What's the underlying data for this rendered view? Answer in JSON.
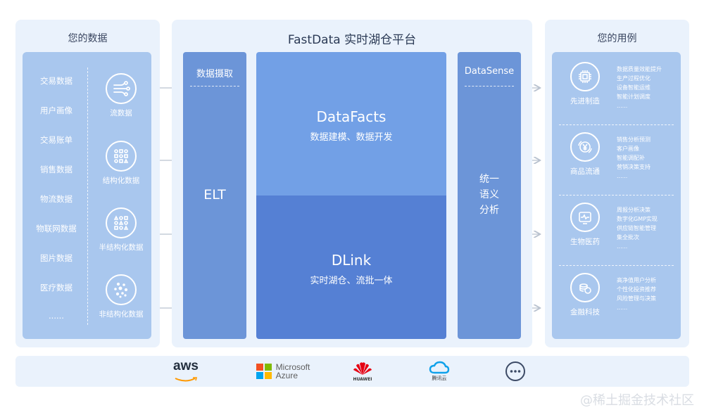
{
  "title": "FastData 实时湖仓平台",
  "left": {
    "title": "您的数据",
    "sources": [
      "交易数据",
      "用户画像",
      "交易账单",
      "销售数据",
      "物流数据",
      "物联网数据",
      "图片数据",
      "医疗数据",
      "......"
    ],
    "types": [
      {
        "label": "流数据",
        "icon": "stream-data-icon"
      },
      {
        "label": "结构化数据",
        "icon": "structured-data-icon"
      },
      {
        "label": "半结构化数据",
        "icon": "semi-structured-data-icon"
      },
      {
        "label": "非结构化数据",
        "icon": "unstructured-data-icon"
      }
    ]
  },
  "center": {
    "ingest": {
      "title": "数据摄取",
      "label": "ELT"
    },
    "datafacts": {
      "title": "DataFacts",
      "subtitle": "数据建模、数据开发"
    },
    "dlink": {
      "title": "DLink",
      "subtitle": "实时湖仓、流批一体"
    },
    "datasense": {
      "title": "DataSense",
      "lines": [
        "统一",
        "语义",
        "分析"
      ]
    }
  },
  "right": {
    "title": "您的用例",
    "cases": [
      {
        "name": "先进制造",
        "icon": "chip-icon",
        "items": [
          "数据质量效能提升",
          "生产过程优化",
          "设备智能运维",
          "智能计划调度",
          "......"
        ]
      },
      {
        "name": "商品流通",
        "icon": "yen-icon",
        "items": [
          "销售分析预测",
          "客户画像",
          "智能调配补",
          "营销决策支持",
          "......"
        ]
      },
      {
        "name": "生物医药",
        "icon": "monitor-icon",
        "items": [
          "周报分析决策",
          "数字化GMP实现",
          "供应链智能管理",
          "集全批次",
          "......"
        ]
      },
      {
        "name": "金融科技",
        "icon": "coins-icon",
        "items": [
          "高净值用户分析",
          "个性化投资推荐",
          "风险管理与决策",
          "......"
        ]
      }
    ]
  },
  "clouds": [
    {
      "name": "aws",
      "icon": "aws-logo"
    },
    {
      "name": "Microsoft Azure",
      "line1": "Microsoft",
      "line2": "Azure",
      "icon": "microsoft-azure-logo"
    },
    {
      "name": "HUAWEI",
      "icon": "huawei-logo"
    },
    {
      "name": "腾讯云",
      "icon": "tencent-cloud-logo"
    },
    {
      "name": "more",
      "icon": "more-icon"
    }
  ],
  "watermark": "@稀土掘金技术社区",
  "colors": {
    "panel_bg": "#eaf2fc",
    "light_block": "#a9c7ee",
    "mid_block": "#6c95d8",
    "datafacts": "#72a0e6",
    "dlink": "#5580d4",
    "arrow": "#b9c2cf"
  }
}
